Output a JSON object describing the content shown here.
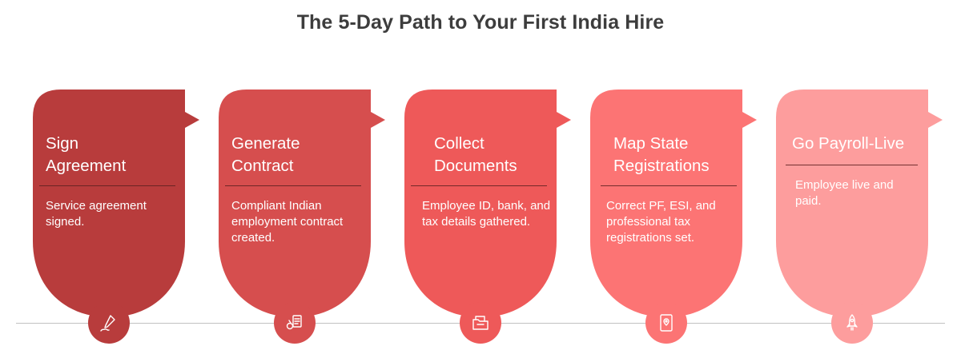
{
  "title": "The 5-Day Path to Your First India Hire",
  "steps": [
    {
      "heading_line1": "Sign",
      "heading_line2": "Agreement",
      "description": "Service agreement signed.",
      "color": "#b83c3c",
      "icon": "pen-signature-icon"
    },
    {
      "heading_line1": "Generate",
      "heading_line2": "Contract",
      "description": "Compliant Indian employment contract created.",
      "color": "#d64e4e",
      "icon": "contract-document-icon"
    },
    {
      "heading_line1": "Collect",
      "heading_line2": "Documents",
      "description": "Employee ID, bank, and tax details gathered.",
      "color": "#ee5959",
      "icon": "document-folder-icon"
    },
    {
      "heading_line1": "Map State",
      "heading_line2": "Registrations",
      "description": "Correct PF, ESI, and professional tax registrations set.",
      "color": "#fc7474",
      "icon": "location-map-icon"
    },
    {
      "heading_line1": "Go Payroll-Live",
      "heading_line2": "",
      "description": "Employee live and paid.",
      "color": "#fd9d9d",
      "icon": "rocket-launch-icon"
    }
  ]
}
